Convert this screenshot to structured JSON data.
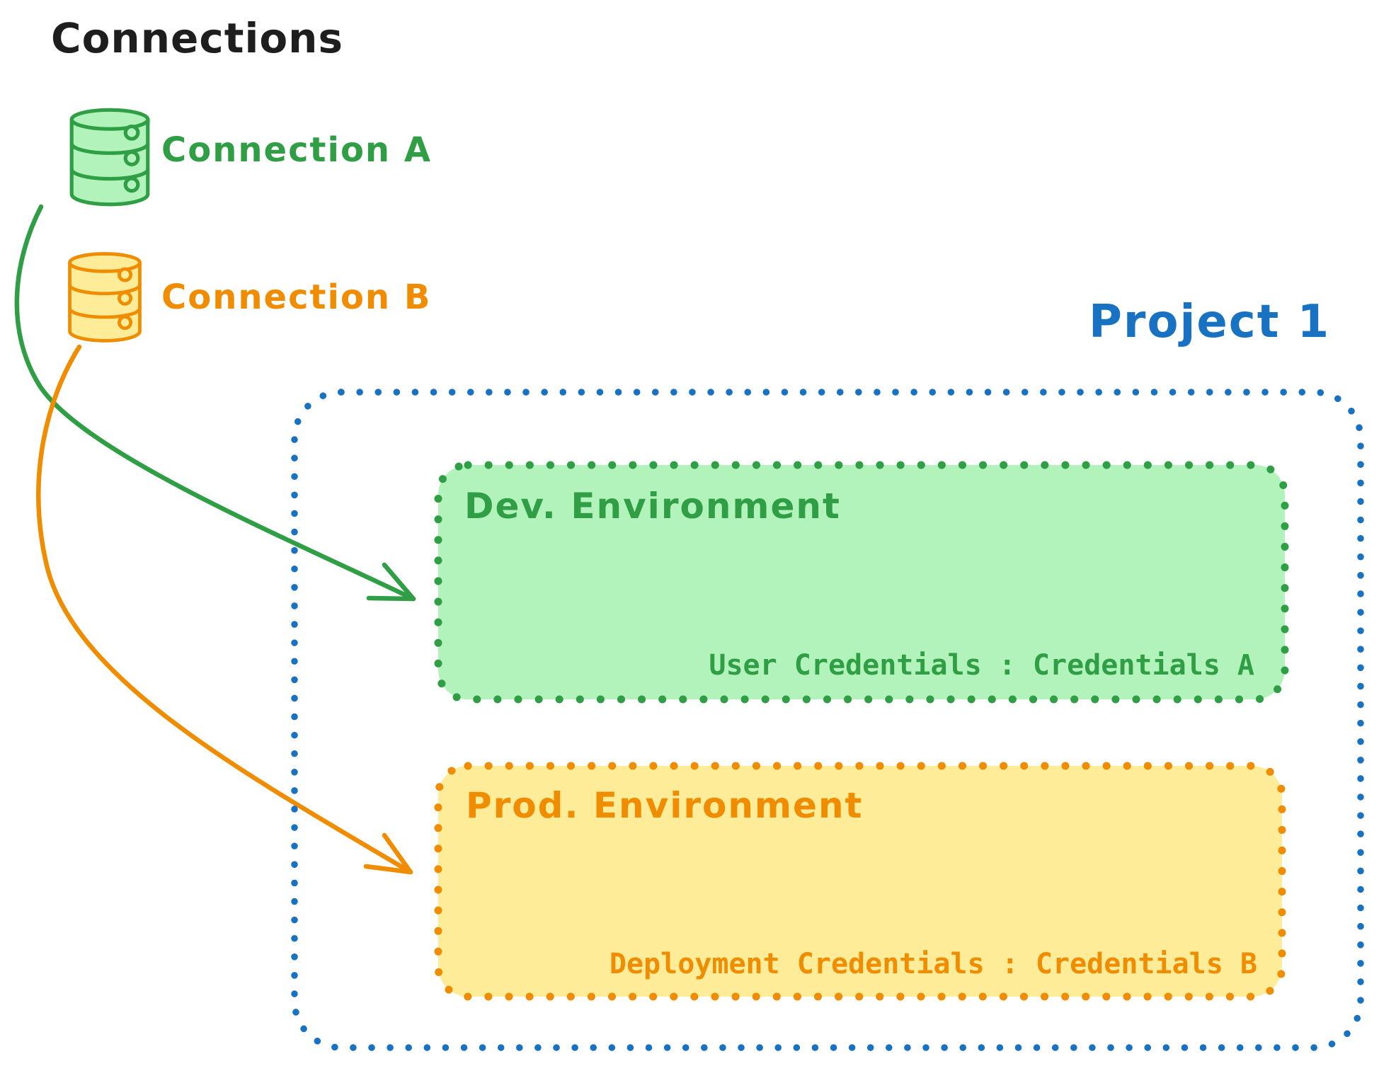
{
  "diagram": {
    "connections_panel": {
      "title": "Connections",
      "items": [
        {
          "label": "Connection A",
          "icon": "database-icon",
          "color": "#2f9e44",
          "fill": "#b2f2bb"
        },
        {
          "label": "Connection B",
          "icon": "database-icon",
          "color": "#f08c00",
          "fill": "#ffec99"
        }
      ]
    },
    "project": {
      "title": "Project 1",
      "border_color": "#1971c2",
      "environments": [
        {
          "name": "Dev. Environment",
          "credentials": "User Credentials : Credentials A",
          "stroke": "#2f9e44",
          "fill": "#b2f2bb"
        },
        {
          "name": "Prod. Environment",
          "credentials": "Deployment Credentials : Credentials B",
          "stroke": "#f08c00",
          "fill": "#ffec99"
        }
      ]
    },
    "arrows": [
      {
        "name": "connection-a-to-dev-environment",
        "color": "#2f9e44"
      },
      {
        "name": "connection-b-to-prod-environment",
        "color": "#f08c00"
      }
    ],
    "colors": {
      "black": "#1e1e1e",
      "green": "#2f9e44",
      "green_fill": "#b2f2bb",
      "orange": "#f08c00",
      "orange_fill": "#ffec99",
      "blue": "#1971c2",
      "background": "#ffffff"
    }
  }
}
